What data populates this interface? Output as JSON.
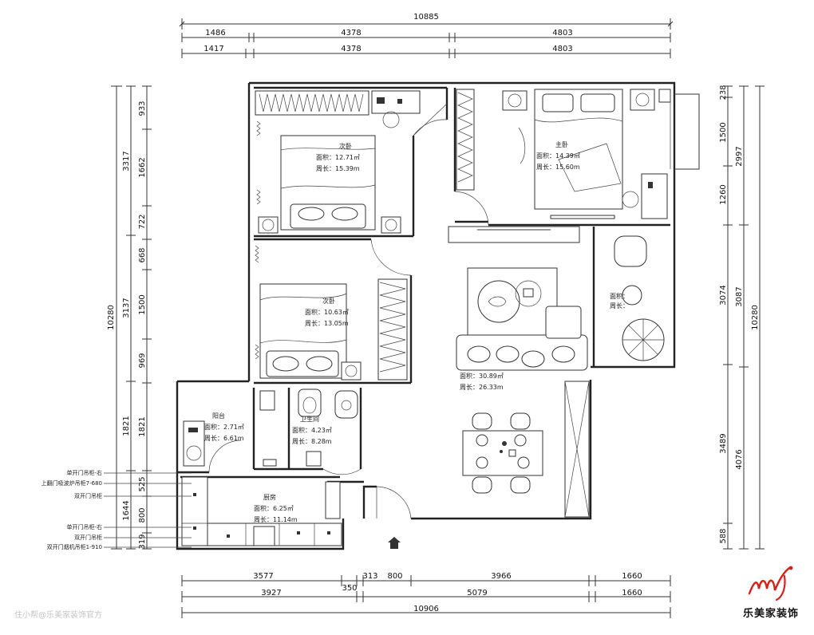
{
  "dims_top": {
    "total": "10885",
    "row2": [
      "1486",
      "4378",
      "4803"
    ],
    "row3": [
      "1417",
      "4378",
      "4803"
    ]
  },
  "dims_bottom": {
    "row1": [
      "3577",
      "313",
      "800",
      "3966",
      "1660"
    ],
    "gap": "350",
    "row2": [
      "3927",
      "5079",
      "1660"
    ],
    "total": "10906"
  },
  "dims_left": {
    "outer": [
      "10280"
    ],
    "mid": [
      "3317",
      "3137",
      "1821",
      "1644"
    ],
    "inner": [
      "933",
      "1662",
      "722",
      "668",
      "1500",
      "969",
      "1821",
      "525",
      "800",
      "319"
    ]
  },
  "dims_right": {
    "inner": [
      "238",
      "1500",
      "1260",
      "3074",
      "3489",
      "588"
    ],
    "mid": [
      "2997",
      "3087",
      "4076"
    ],
    "outer": [
      "10280"
    ]
  },
  "rooms": {
    "bed2a": {
      "name": "次卧",
      "area": "面积：12.71㎡",
      "perimeter": "周长：15.39m"
    },
    "master": {
      "name": "主卧",
      "area": "面积：14.39㎡",
      "perimeter": "周长：15.60m"
    },
    "bed2b": {
      "name": "次卧",
      "area": "面积：10.63㎡",
      "perimeter": "周长：13.05m"
    },
    "balcony": {
      "name": "",
      "area": "面积：",
      "perimeter": "周长："
    },
    "living": {
      "name": "",
      "area": "面积：30.89㎡",
      "perimeter": "周长：26.33m"
    },
    "yang": {
      "name": "阳台",
      "area": "面积：2.71㎡",
      "perimeter": "周长：6.61m"
    },
    "bath": {
      "name": "卫生间",
      "area": "面积：4.23㎡",
      "perimeter": "周长：8.28m"
    },
    "kitchen": {
      "name": "厨房",
      "area": "面积：6.25㎡",
      "perimeter": "周长：11.14m"
    }
  },
  "cabinet_notes": [
    "单开门吊柜-右",
    "上翻门吸波炉吊柜7-680",
    "双开门吊柜",
    "单开门吊柜-右",
    "双开门吊柜",
    "双开门烟机吊柜1-910"
  ],
  "brand": {
    "name": "乐美家装饰",
    "logo": "mj-logo",
    "color": "#d3241c"
  },
  "watermark": "住小帮@乐美家装饰官方"
}
